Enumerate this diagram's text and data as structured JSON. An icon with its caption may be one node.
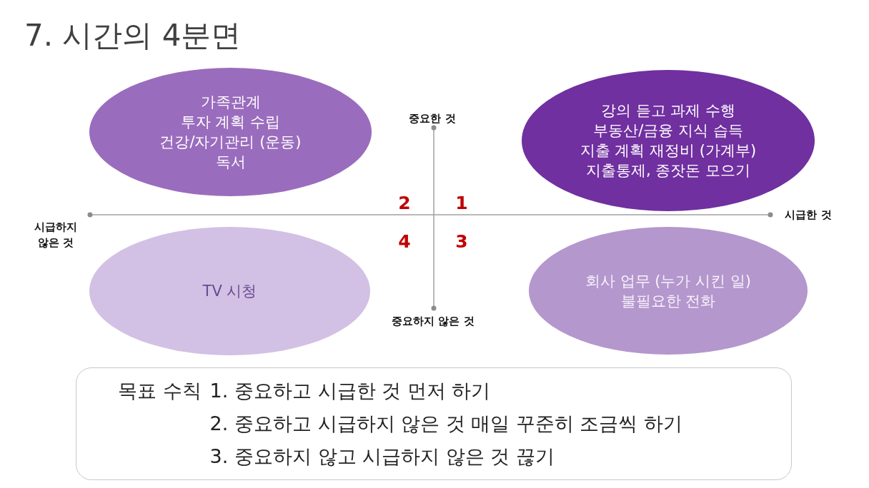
{
  "diagram": {
    "title": "7. 시간의 4분면",
    "nodes": [
      {
        "text": [
          "가족관계",
          "투자 계획 수립",
          "건강/자기관리 (운동)",
          "독서"
        ]
      },
      {
        "text": [
          "강의 듣고 과제 수행",
          "부동산/금융 지식 습득",
          "지출 계획 재정비 (가계부)",
          "지출통제, 종잣돈 모으기"
        ]
      },
      {
        "text": [
          "TV 시청"
        ]
      },
      {
        "text": [
          "회사 업무 (누가 시킨 일)",
          "불필요한 전화"
        ]
      },
      {
        "text": [
          "목표 수칙",
          "1. 중요하고 시급한 것 먼저 하기",
          "2. 중요하고 시급하지 않은 것 매일 꾸준히 조금씩 하기",
          "3. 중요하지 않고 시급하지 않은 것 끊기"
        ]
      }
    ],
    "labels": [
      "중요한 것",
      "2",
      "1",
      "시급하지 않은 것",
      "시급한 것",
      "4",
      "3",
      "중요하지 않은 것"
    ]
  }
}
